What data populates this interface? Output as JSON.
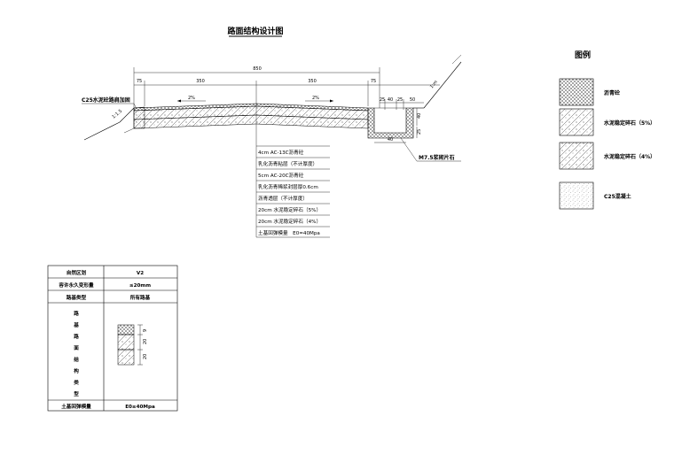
{
  "title": "路面结构设计图",
  "dims": {
    "total": "850",
    "left_edge": "75",
    "left_lane": "350",
    "right_lane": "350",
    "right_edge": "75",
    "ditch_a": "25",
    "ditch_b": "40",
    "ditch_c": "25",
    "ditch_d": "50",
    "ditch_height": "40",
    "ditch_wall": "25",
    "ditch_bottom": "40"
  },
  "slopes": {
    "left_crossfall": "2%",
    "right_crossfall": "2%",
    "left_side_slope": "1:1.5",
    "right_side_slope": "1:m"
  },
  "notes": {
    "left_callout": "C25水泥砼路肩加固",
    "ditch_callout": "M7.5浆砌片石"
  },
  "layers": [
    "4cm AC-13C沥青砼",
    "乳化沥青粘层（不计厚度）",
    "5cm AC-20C沥青砼",
    "乳化沥青稀浆封层厚0.6cm",
    "沥青透层（不计厚度）",
    "20cm 水泥稳定碎石（5%）",
    "20cm 水泥稳定碎石（4%）",
    "土基回弹模量　E0=40Mpa"
  ],
  "legend": {
    "title": "图例",
    "items": [
      {
        "label": "沥青砼",
        "pattern": "crosshatch"
      },
      {
        "label": "水泥稳定碎石（5%）",
        "pattern": "diagonal-dots"
      },
      {
        "label": "水泥稳定碎石（4%）",
        "pattern": "diagonal-dots"
      },
      {
        "label": "C25混凝土",
        "pattern": "stipple"
      }
    ]
  },
  "table": {
    "rows": [
      {
        "label": "自然区划",
        "value": "V2"
      },
      {
        "label": "容许永久变形量",
        "value": "≤20mm"
      },
      {
        "label": "路基类型",
        "value": "所有路基"
      }
    ],
    "structure_label": "路基路面结构类型",
    "structure_dims": [
      "9",
      "20",
      "20"
    ],
    "footer": {
      "label": "土基回弹模量",
      "value": "E0≥40Mpa"
    }
  }
}
